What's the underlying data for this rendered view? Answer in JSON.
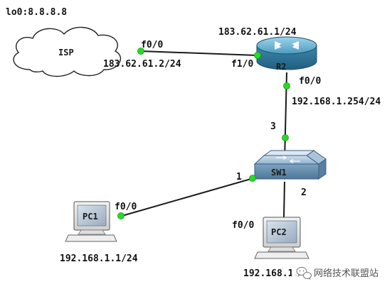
{
  "labels": {
    "isp_loopback": "lo0:8.8.8.8",
    "isp_name": "ISP",
    "isp_port": "f0/0",
    "isp_ip": "183.62.61.2/24",
    "r2_wan_ip": "183.62.61.1/24",
    "r2_name": "R2",
    "r2_wan_port": "f1/0",
    "r2_lan_port": "f0/0",
    "r2_lan_ip": "192.168.1.254/24",
    "sw1_uplink_port": "3",
    "sw1_name": "SW1",
    "sw1_pc1_port": "1",
    "sw1_pc2_port": "2",
    "pc1_port": "f0/0",
    "pc1_name": "PC1",
    "pc1_ip": "192.168.1.1/24",
    "pc2_port": "f0/0",
    "pc2_name": "PC2",
    "pc2_ip": "192.168.1."
  },
  "watermark": {
    "text": "网络技术联盟站",
    "icon": "wechat-icon"
  },
  "colors": {
    "link": "#1a1a1a",
    "port_indicator": "#22dd22",
    "router_body": "#3a8fb0",
    "switch_body": "#5f8fb3",
    "pc_screen": "#b0bfcf"
  }
}
